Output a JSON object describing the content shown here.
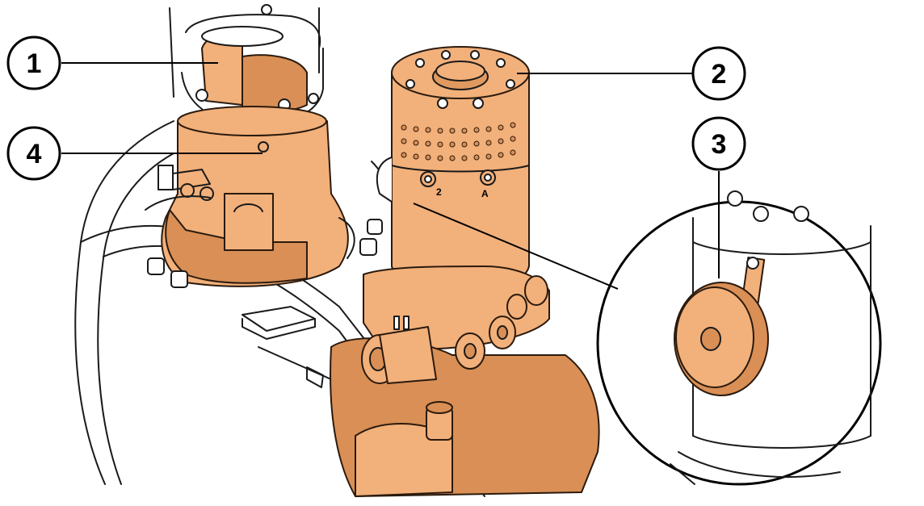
{
  "colors": {
    "part_fill": "#f2b07a",
    "part_shade": "#d98f55",
    "housing": "#ffffff",
    "outline": "#1a1a1a",
    "leader": "#000000"
  },
  "callouts": [
    {
      "id": "1",
      "label": "1"
    },
    {
      "id": "2",
      "label": "2"
    },
    {
      "id": "3",
      "label": "3"
    },
    {
      "id": "4",
      "label": "4"
    }
  ],
  "terminal_labels": {
    "left": "2",
    "right": "A"
  },
  "components": [
    {
      "callout": "1",
      "icon": "steering-motor-icon"
    },
    {
      "callout": "2",
      "icon": "pump-motor-icon"
    },
    {
      "callout": "3",
      "icon": "horn-icon"
    },
    {
      "callout": "4",
      "icon": "drive-unit-icon"
    }
  ]
}
